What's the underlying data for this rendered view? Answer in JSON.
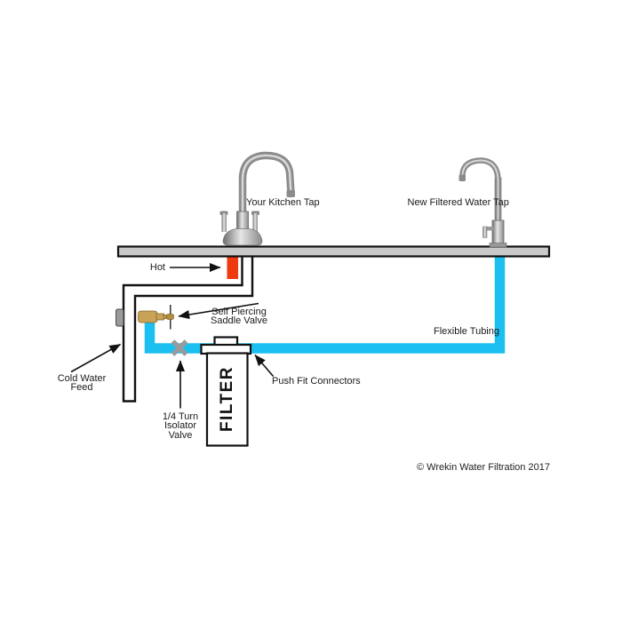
{
  "colors": {
    "background": "#FFFFFF",
    "counter": "#C9C9C9",
    "tubing": "#1CC0F0",
    "hot_pipe": "#EE3A0E",
    "brass": "#C7A257",
    "valve_flange": "#9A9A9A",
    "isolator_marker": "#9A9A9A",
    "outline": "#111111"
  },
  "diagram": {
    "kitchen_tap_label": "Your Kitchen Tap",
    "filtered_tap_label": "New Filtered Water Tap",
    "hot_label": "Hot",
    "saddle_valve_label": "Self Piercing\nSaddle Valve",
    "cold_feed_label": "Cold Water\nFeed",
    "isolator_valve_label": "1/4 Turn\nIsolator\nValve",
    "flexible_tubing_label": "Flexible Tubing",
    "push_fit_label": "Push Fit Connectors",
    "filter_label": "FILTER",
    "copyright": "© Wrekin Water Filtration 2017"
  }
}
